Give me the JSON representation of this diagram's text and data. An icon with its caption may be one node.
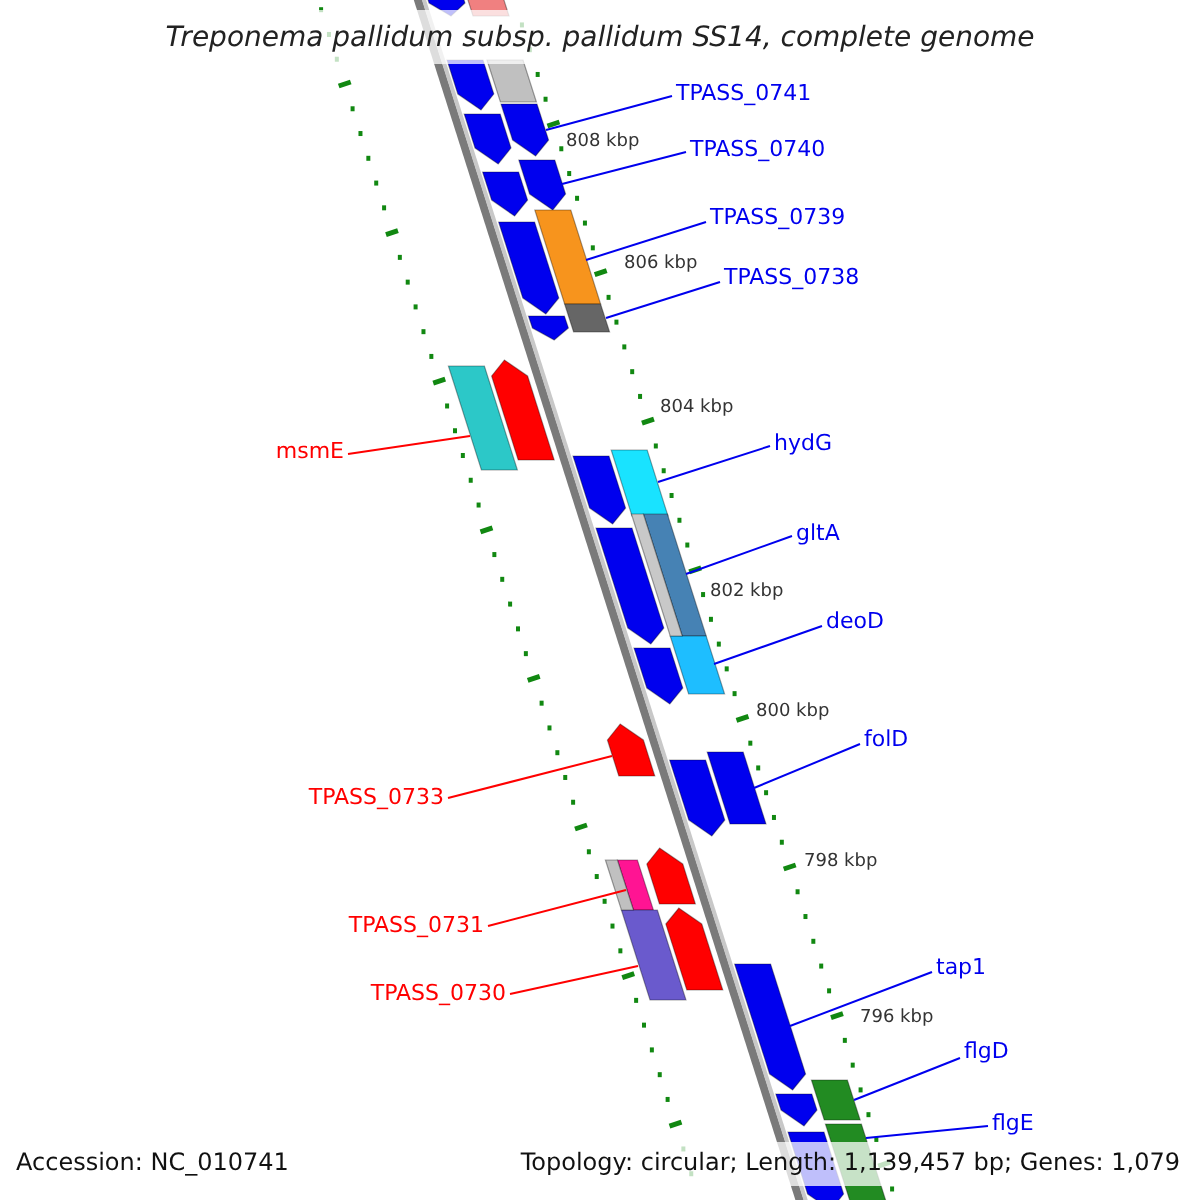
{
  "diagram": {
    "title": "Treponema pallidum subsp. pallidum SS14, complete genome",
    "nodes": [
      {
        "text": [
          "TPASS_0741"
        ]
      },
      {
        "text": [],
        "shape": "box"
      },
      {
        "text": [
          "TPASS_0740"
        ]
      },
      {
        "text": [],
        "shape": "box"
      },
      {
        "text": [
          "TPASS_0739"
        ]
      },
      {
        "text": [],
        "shape": "box"
      },
      {
        "text": [
          "TPASS_0738"
        ]
      },
      {
        "text": [],
        "shape": "box"
      },
      {
        "text": [
          "msmE"
        ]
      },
      {
        "text": [],
        "shape": "box"
      },
      {
        "text": [
          "hydG"
        ]
      },
      {
        "text": [],
        "shape": "box"
      },
      {
        "text": [
          "gltA"
        ]
      },
      {
        "text": [],
        "shape": "box"
      },
      {
        "text": [
          "deoD"
        ]
      },
      {
        "text": [],
        "shape": "box"
      },
      {
        "text": [
          "TPASS_0733"
        ]
      },
      {
        "text": [],
        "shape": "box"
      },
      {
        "text": [
          "folD"
        ]
      },
      {
        "text": [],
        "shape": "box"
      },
      {
        "text": [
          "TPASS_0731"
        ]
      },
      {
        "text": [],
        "shape": "box"
      },
      {
        "text": [
          "TPASS_0730"
        ]
      },
      {
        "text": [],
        "shape": "box"
      },
      {
        "text": [
          "tap1"
        ]
      },
      {
        "text": [],
        "shape": "box"
      },
      {
        "text": [
          "flgD"
        ]
      },
      {
        "text": [],
        "shape": "box"
      },
      {
        "text": [
          "flgE"
        ]
      },
      {
        "text": [],
        "shape": "box"
      },
      {
        "text": [],
        "shape": "box"
      },
      {
        "text": [],
        "shape": "box"
      },
      {
        "text": [],
        "shape": "box"
      },
      {
        "text": [],
        "shape": "box"
      },
      {
        "text": [],
        "shape": "box"
      },
      {
        "text": [],
        "shape": "box"
      },
      {
        "text": [],
        "shape": "box"
      },
      {
        "text": [],
        "shape": "box"
      },
      {
        "text": [],
        "shape": "box"
      },
      {
        "text": [],
        "shape": "box"
      },
      {
        "text": [],
        "shape": "box"
      },
      {
        "text": [],
        "shape": "box"
      },
      {
        "text": [],
        "shape": "box"
      },
      {
        "text": [],
        "shape": "box"
      },
      {
        "text": [],
        "shape": "box"
      },
      {
        "text": [],
        "shape": "box"
      },
      {
        "text": [],
        "shape": "box"
      },
      {
        "text": [],
        "shape": "box"
      },
      {
        "text": [],
        "shape": "box"
      }
    ],
    "edges": [
      {
        "from": 0,
        "to": 1,
        "arrow": "none"
      },
      {
        "from": 2,
        "to": 3,
        "arrow": "none"
      },
      {
        "from": 4,
        "to": 5,
        "arrow": "none"
      },
      {
        "from": 6,
        "to": 7,
        "arrow": "none"
      },
      {
        "from": 8,
        "to": 9,
        "arrow": "none",
        "color": "#ff0000"
      },
      {
        "from": 10,
        "to": 11,
        "arrow": "none"
      },
      {
        "from": 12,
        "to": 13,
        "arrow": "none"
      },
      {
        "from": 14,
        "to": 15,
        "arrow": "none"
      },
      {
        "from": 16,
        "to": 17,
        "arrow": "none",
        "color": "#ff0000"
      },
      {
        "from": 18,
        "to": 19,
        "arrow": "none"
      },
      {
        "from": 20,
        "to": 21,
        "arrow": "none",
        "color": "#ff0000"
      },
      {
        "from": 22,
        "to": 23,
        "arrow": "none",
        "color": "#ff0000"
      },
      {
        "from": 24,
        "to": 25,
        "arrow": "none"
      },
      {
        "from": 26,
        "to": 27,
        "arrow": "none"
      },
      {
        "from": 28,
        "to": 29,
        "arrow": "none"
      }
    ],
    "labels": [
      "808 kbp",
      "806 kbp",
      "804 kbp",
      "802 kbp",
      "800 kbp",
      "798 kbp",
      "796 kbp",
      "Accession: NC_010741",
      "Topology: circular; Length: 1,139,457 bp; Genes: 1,079"
    ]
  }
}
